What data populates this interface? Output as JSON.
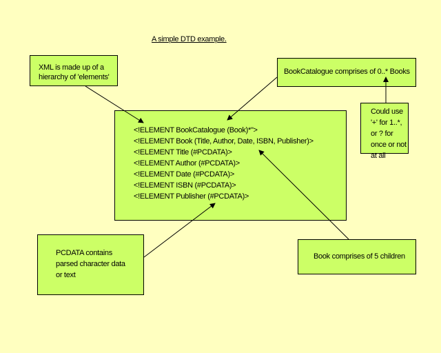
{
  "title": "A simple DTD example.",
  "dtd_lines": [
    "<!ELEMENT BookCatalogue (Book)*\">",
    "<!ELEMENT Book (Title, Author, Date, ISBN, Publisher)>",
    "<!ELEMENT Title (#PCDATA)>",
    "<!ELEMENT Author (#PCDATA)>",
    "<!ELEMENT Date (#PCDATA)>",
    "<!ELEMENT ISBN (#PCDATA)>",
    "<!ELEMENT Publisher (#PCDATA)>"
  ],
  "callouts": {
    "xml": "XML is made up of a hierarchy of 'elements'",
    "catalogue": "BookCatalogue comprises of 0..* Books",
    "could_use": "Could use '+' for 1..*, or ? for once or not at all",
    "pcdata": "PCDATA contains parsed character data or text",
    "book_children": "Book comprises of 5 children"
  },
  "colors": {
    "background": "#ffffc0",
    "box": "#ccff66",
    "line": "#000000"
  }
}
